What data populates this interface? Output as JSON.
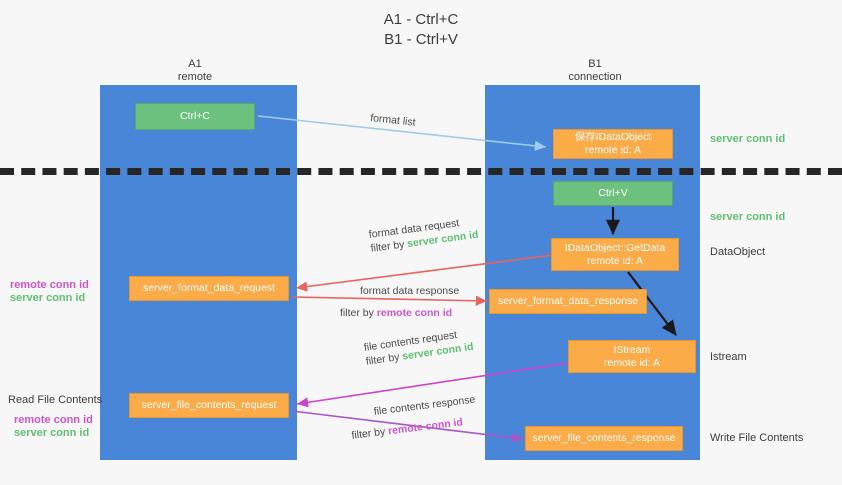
{
  "title": {
    "line1": "A1 - Ctrl+C",
    "line2": "B1 - Ctrl+V"
  },
  "lanes": [
    {
      "name": "A1",
      "sub": "remote"
    },
    {
      "name": "B1",
      "sub": "connection"
    }
  ],
  "boxes": {
    "ctrl_c": "Ctrl+C",
    "ctrl_v": "Ctrl+V",
    "save_idataobject_l1": "保存IDataObject",
    "save_idataobject_l2": "remote id: A",
    "getdata_l1": "IDataObject::GetData",
    "getdata_l2": "remote id: A",
    "istream_l1": "IStream",
    "istream_l2": "remote id: A",
    "server_format_data_request": "server_format_data_request",
    "server_format_data_response": "server_format_data_response",
    "server_file_contents_request": "server_file_contents_request",
    "server_file_contents_response": "server_file_contents_response"
  },
  "annotations": {
    "format_list": "format list",
    "format_data_request": "format data request",
    "format_data_request_filter_prefix": "filter by ",
    "format_data_request_filter_value": "server conn id",
    "format_data_response": "format data response",
    "format_data_response_filter_prefix": "filter by ",
    "format_data_response_filter_value": "remote conn id",
    "file_contents_request": "file contents request",
    "file_contents_request_filter_prefix": "filter by ",
    "file_contents_request_filter_value": "server conn id",
    "file_contents_response": "file contents response",
    "file_contents_response_filter_prefix": "filter by ",
    "file_contents_response_filter_value": "remote conn id"
  },
  "side_labels": {
    "right_server_conn_id_top": "server conn id",
    "right_server_conn_id_second": "server conn id",
    "right_dataobject": "DataObject",
    "right_istream": "Istream",
    "right_write_file_contents": "Write File Contents",
    "left_remote_conn_id_1": "remote conn id",
    "left_server_conn_id_1": "server conn id",
    "left_read_file_contents": "Read File Contents",
    "left_remote_conn_id_2": "remote conn id",
    "left_server_conn_id_2": "server conn id"
  },
  "colors": {
    "lane": "#4a86d8",
    "green_box": "#6cc17e",
    "orange_box": "#fbab48",
    "divider": "#262626",
    "arrow_blue": "#9ccdea",
    "arrow_red": "#e8645c",
    "arrow_magenta": "#cc44cc",
    "arrow_purple": "#a855c8",
    "arrow_black": "#1a1a1a",
    "green_text": "#5fbf72",
    "magenta_text": "#cc55cc",
    "background": "#f7f7f7"
  }
}
